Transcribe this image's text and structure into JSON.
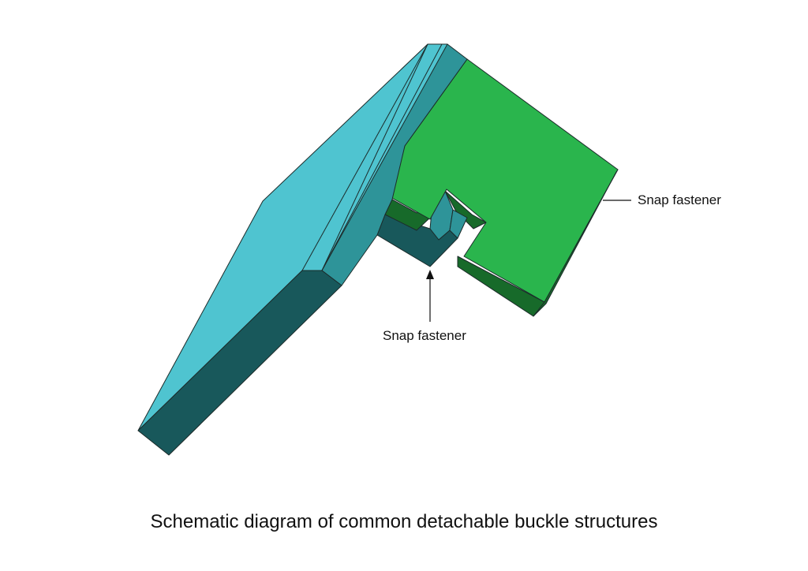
{
  "labels": {
    "right": "Snap fastener",
    "bottom": "Snap fastener"
  },
  "caption": "Schematic diagram of common detachable buckle structures",
  "colors": {
    "cyan_top": "#4FC4D0",
    "cyan_edge": "#2E9499",
    "cyan_side": "#18585B",
    "green_top": "#2AB54D",
    "green_side": "#176A2A",
    "stroke": "#1C2B2A",
    "arrow": "#111111"
  }
}
